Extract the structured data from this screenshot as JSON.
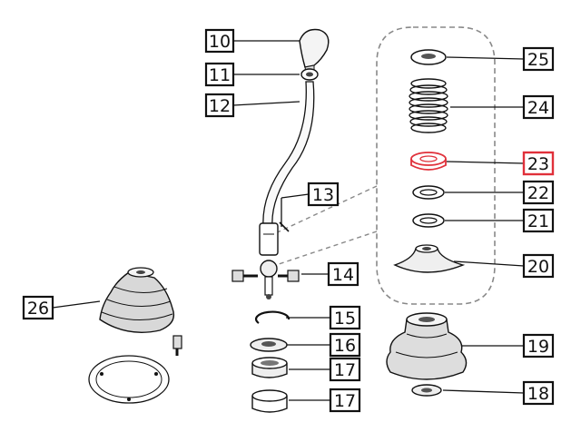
{
  "colors": {
    "ink": "#111111",
    "highlight": "#e0303a",
    "paper": "#ffffff",
    "shade": "#555555",
    "mid": "#9a9a9a"
  },
  "labels": [
    {
      "id": "10",
      "text": "10"
    },
    {
      "id": "11",
      "text": "11"
    },
    {
      "id": "12",
      "text": "12"
    },
    {
      "id": "13",
      "text": "13"
    },
    {
      "id": "14",
      "text": "14"
    },
    {
      "id": "15",
      "text": "15"
    },
    {
      "id": "16",
      "text": "16"
    },
    {
      "id": "17a",
      "text": "17"
    },
    {
      "id": "17b",
      "text": "17"
    },
    {
      "id": "18",
      "text": "18"
    },
    {
      "id": "19",
      "text": "19"
    },
    {
      "id": "20",
      "text": "20"
    },
    {
      "id": "21",
      "text": "21"
    },
    {
      "id": "22",
      "text": "22"
    },
    {
      "id": "23",
      "text": "23",
      "highlighted": true
    },
    {
      "id": "24",
      "text": "24"
    },
    {
      "id": "25",
      "text": "25"
    },
    {
      "id": "26",
      "text": "26"
    }
  ],
  "parts": [
    {
      "id": "10",
      "name": "shift-knob"
    },
    {
      "id": "11",
      "name": "lock-nut"
    },
    {
      "id": "12",
      "name": "shift-lever"
    },
    {
      "id": "13",
      "name": "pin"
    },
    {
      "id": "14",
      "name": "pivot-bolts"
    },
    {
      "id": "15",
      "name": "circlip"
    },
    {
      "id": "16",
      "name": "washer"
    },
    {
      "id": "17a",
      "name": "bushing"
    },
    {
      "id": "17b",
      "name": "bushing"
    },
    {
      "id": "18",
      "name": "washer"
    },
    {
      "id": "19",
      "name": "boot"
    },
    {
      "id": "20",
      "name": "dust-cover"
    },
    {
      "id": "21",
      "name": "washer"
    },
    {
      "id": "22",
      "name": "washer"
    },
    {
      "id": "23",
      "name": "seat",
      "highlighted": true
    },
    {
      "id": "24",
      "name": "spring"
    },
    {
      "id": "25",
      "name": "washer"
    },
    {
      "id": "26",
      "name": "outer-boot"
    }
  ]
}
